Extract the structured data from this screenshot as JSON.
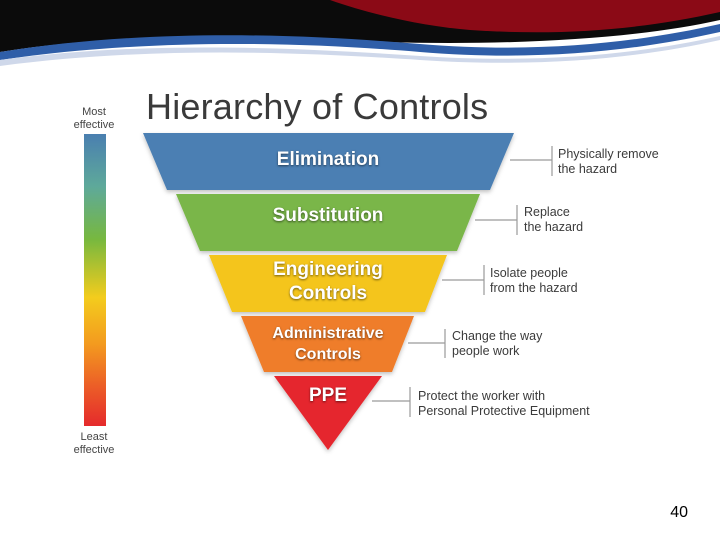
{
  "title": "Hierarchy of Controls",
  "scale": {
    "top": "Most effective",
    "bottom": "Least effective"
  },
  "levels": [
    {
      "name": "Elimination",
      "description": [
        "Physically remove",
        "the hazard"
      ],
      "color": "#4c7fb3"
    },
    {
      "name": "Substitution",
      "description": [
        "Replace",
        "the hazard"
      ],
      "color": "#7ab648"
    },
    {
      "name": [
        "Engineering",
        "Controls"
      ],
      "description": [
        "Isolate people",
        "from the hazard"
      ],
      "color": "#f4c51c"
    },
    {
      "name": [
        "Administrative",
        "Controls"
      ],
      "description": [
        "Change the way",
        "people work"
      ],
      "color": "#ef7d2a"
    },
    {
      "name": "PPE",
      "description": [
        "Protect the worker with",
        "Personal Protective Equipment"
      ],
      "color": "#e5282d"
    }
  ],
  "page_number": "40"
}
